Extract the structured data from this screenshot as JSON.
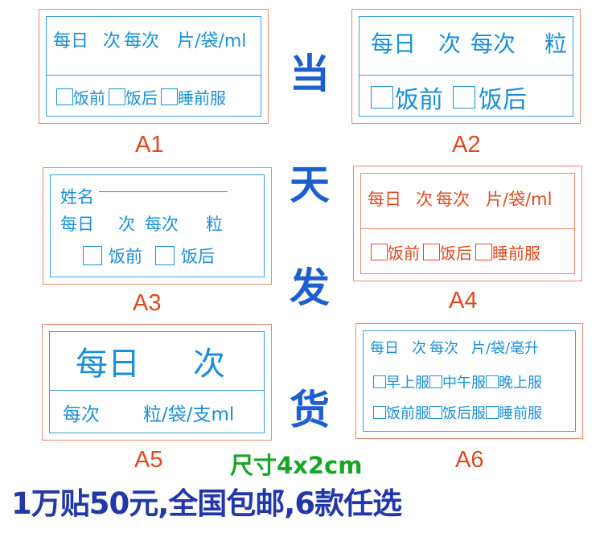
{
  "a1": {
    "label": "A1",
    "line1": [
      "每日",
      "次",
      "每次",
      "片/袋/ml"
    ],
    "options": [
      "饭前",
      "饭后",
      "睡前服"
    ]
  },
  "a2": {
    "label": "A2",
    "line1": [
      "每日",
      "次",
      "每次",
      "粒"
    ],
    "options": [
      "饭前",
      "饭后"
    ]
  },
  "a3": {
    "label": "A3",
    "name_label": "姓名",
    "line1": [
      "每日",
      "次",
      "每次",
      "粒"
    ],
    "options": [
      "饭前",
      "饭后"
    ]
  },
  "a4": {
    "label": "A4",
    "line1": [
      "每日",
      "次",
      "每次",
      "片/袋/ml"
    ],
    "options": [
      "饭前",
      "饭后",
      "睡前服"
    ]
  },
  "a5": {
    "label": "A5",
    "line1": [
      "每日",
      "次"
    ],
    "line2": [
      "每次",
      "粒/袋/支ml"
    ]
  },
  "a6": {
    "label": "A6",
    "line1": [
      "每日",
      "次",
      "每次",
      "片/袋/毫升"
    ],
    "options_row1": [
      "早上服",
      "中午服",
      "晚上服"
    ],
    "options_row2": [
      "饭前服",
      "饭后服",
      "睡前服"
    ]
  },
  "center_text": [
    "当",
    "天",
    "发",
    "货"
  ],
  "size_text": "尺寸4x2cm",
  "promo_text": "1万贴50元,全国包邮,6款任选",
  "colors": {
    "card_border": "#e9896f",
    "blue_text": "#1a8fd8",
    "red_text": "#e0481e",
    "center_text": "#1d5fd1",
    "size_text": "#1aa52a",
    "promo_text": "#2238a8"
  }
}
